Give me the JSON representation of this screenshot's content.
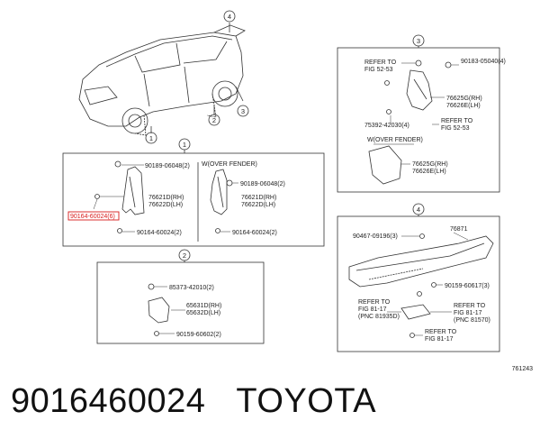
{
  "panels": {
    "p1": {
      "label": "1",
      "top_bolt": "90189-06048(2)",
      "part_rh": "76621D(RH)",
      "part_lh": "76622D(LH)",
      "clip_highlight": "90164-60024(6)",
      "bottom_clip": "90164-60024(2)",
      "variant_title": "W(OVER FENDER)",
      "v_top_bolt": "90189-06048(2)",
      "v_part_rh": "76621D(RH)",
      "v_part_lh": "76622D(LH)",
      "v_bottom_clip": "90164-60024(2)"
    },
    "p2": {
      "label": "2",
      "top_clip": "85373-42010(2)",
      "part_rh": "65631D(RH)",
      "part_lh": "65632D(LH)",
      "bottom_clip": "90159-60602(2)"
    },
    "p3": {
      "label": "3",
      "refer_top_1": "REFER TO",
      "refer_top_2": "FIG 52-53",
      "screw": "90183-05040(4)",
      "part_rh": "76625G(RH)",
      "part_lh": "76626E(LH)",
      "clip": "75392-42030(4)",
      "refer_bot_1": "REFER TO",
      "refer_bot_2": "FIG 52-53",
      "variant_title": "W(OVER FENDER)",
      "v_part_rh": "76625G(RH)",
      "v_part_lh": "76626E(LH)"
    },
    "p4": {
      "label": "4",
      "clip_top": "90467-09196(3)",
      "spoiler": "76871",
      "screw": "90159-60617(3)",
      "refer_l_1": "REFER TO",
      "refer_l_2": "FIG 81-17",
      "refer_l_3": "(PNC 81935D)",
      "refer_r_1": "REFER TO",
      "refer_r_2": "FIG 81-17",
      "refer_r_3": "(PNC 81570)",
      "refer_b_1": "REFER TO",
      "refer_b_2": "FIG 81-17"
    }
  },
  "callouts": {
    "c1": "1",
    "c2": "2",
    "c3": "3",
    "c4": "4"
  },
  "diagram_id": "761243",
  "caption": {
    "part_number": "9016460024",
    "brand": "TOYOTA"
  },
  "colors": {
    "highlight": "#d81b1b",
    "line": "#333333"
  }
}
